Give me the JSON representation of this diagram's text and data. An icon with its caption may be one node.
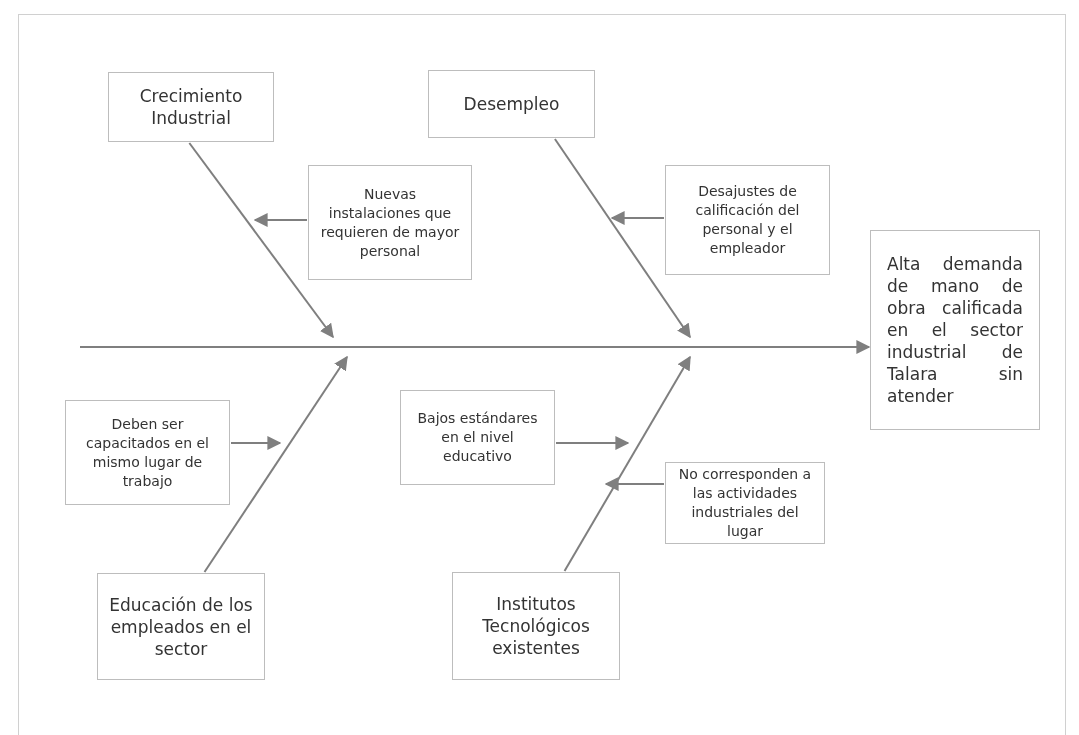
{
  "diagram": {
    "nodes": [
      {
        "text": [
          "Crecimiento Industrial"
        ]
      },
      {
        "text": [
          "Desempleo"
        ]
      },
      {
        "text": [
          "Nuevas instalaciones que requieren de mayor personal"
        ]
      },
      {
        "text": [
          "Desajustes de calificación del personal y el empleador"
        ]
      },
      {
        "text": [
          "Alta demanda de mano de obra calificada en el sector industrial de Talara sin atender"
        ]
      },
      {
        "text": [
          "Deben ser capacitados en el mismo lugar de trabajo"
        ]
      },
      {
        "text": [
          "Bajos estándares en el nivel educativo"
        ]
      },
      {
        "text": [
          "No corresponden a las actividades industriales del lugar"
        ]
      },
      {
        "text": [
          "Educación de los empleados en el sector"
        ]
      },
      {
        "text": [
          "Institutos Tecnológicos existentes"
        ]
      }
    ],
    "edges": [
      {
        "from": null,
        "to": 4,
        "arrow": "to"
      },
      {
        "from": 0,
        "to": null,
        "arrow": "to"
      },
      {
        "from": 1,
        "to": null,
        "arrow": "to"
      },
      {
        "from": 2,
        "to": null,
        "arrow": "to"
      },
      {
        "from": 3,
        "to": null,
        "arrow": "to"
      },
      {
        "from": 8,
        "to": null,
        "arrow": "to"
      },
      {
        "from": 9,
        "to": null,
        "arrow": "to"
      },
      {
        "from": 5,
        "to": null,
        "arrow": "to"
      },
      {
        "from": 6,
        "to": null,
        "arrow": "to"
      },
      {
        "from": 7,
        "to": null,
        "arrow": "to"
      }
    ]
  }
}
